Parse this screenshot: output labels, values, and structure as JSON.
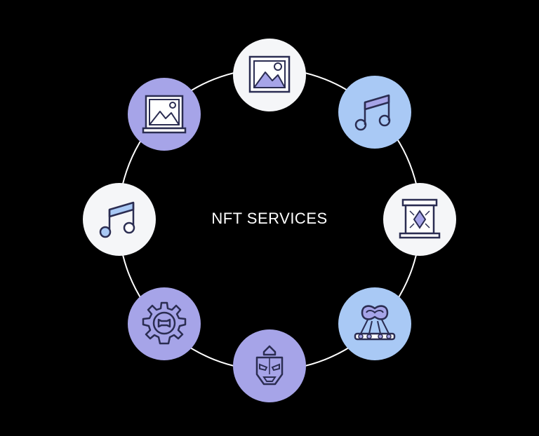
{
  "center": {
    "title": "NFT SERVICES"
  },
  "colors": {
    "background": "#000000",
    "ring": "#ffffff",
    "white_fill": "#f5f6f8",
    "lavender": "#a6a4e8",
    "light_blue": "#a9c9f5",
    "icon_stroke": "#2b2d52"
  },
  "nodes": [
    {
      "id": "top",
      "icon": "image-icon",
      "fill": "white_fill"
    },
    {
      "id": "top-right",
      "icon": "music-note-icon",
      "fill": "light_blue"
    },
    {
      "id": "right",
      "icon": "gem-display-icon",
      "fill": "white_fill"
    },
    {
      "id": "bottom-right",
      "icon": "carousel-icon",
      "fill": "light_blue"
    },
    {
      "id": "bottom",
      "icon": "robot-mask-icon",
      "fill": "lavender"
    },
    {
      "id": "bottom-left",
      "icon": "gear-icon",
      "fill": "lavender"
    },
    {
      "id": "left",
      "icon": "music-note-icon",
      "fill": "white_fill"
    },
    {
      "id": "top-left",
      "icon": "framed-image-icon",
      "fill": "lavender"
    }
  ]
}
